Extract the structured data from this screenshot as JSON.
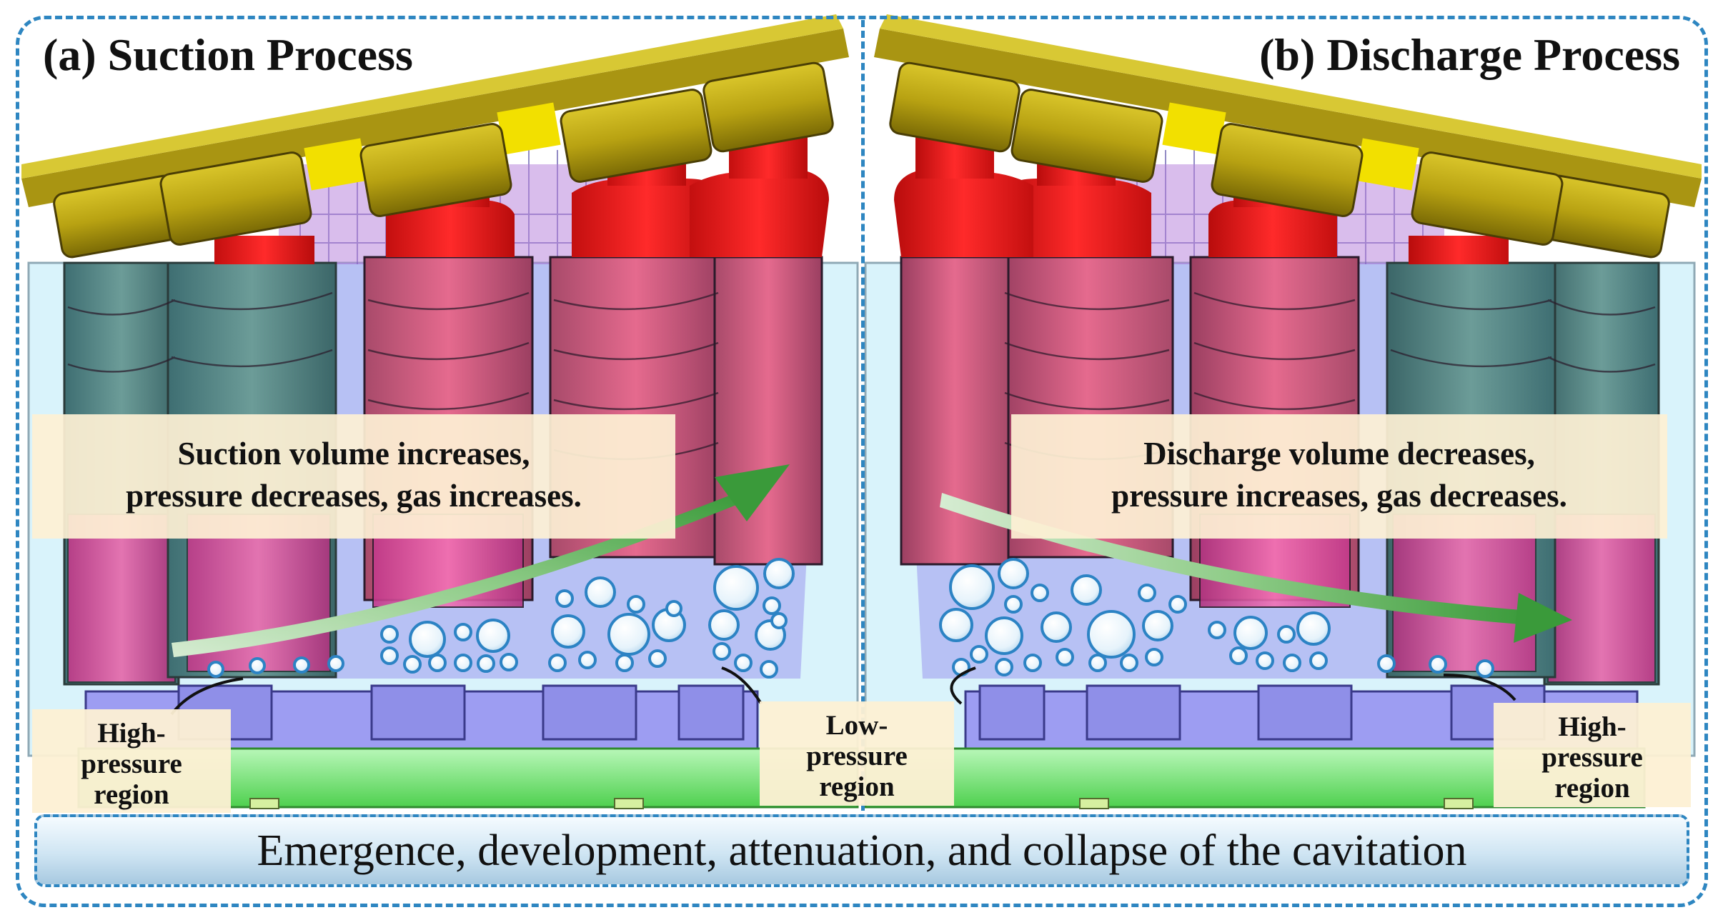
{
  "panel_a": {
    "title": "(a) Suction Process",
    "callout_line1": "Suction volume increases,",
    "callout_line2": "pressure decreases, gas increases."
  },
  "panel_b": {
    "title": "(b) Discharge Process",
    "callout_line1": "Discharge volume decreases,",
    "callout_line2": "pressure increases, gas decreases."
  },
  "regions": [
    {
      "line1": "High-",
      "line2": "pressure",
      "line3": "region"
    },
    {
      "line1": "Low-",
      "line2": "pressure",
      "line3": "region"
    },
    {
      "line1": "High-",
      "line2": "pressure",
      "line3": "region"
    }
  ],
  "caption": "Emergence, development, attenuation, and collapse of the cavitation",
  "colors": {
    "frame": "#2e86c1",
    "arrow": "#43a047",
    "valve_plate": "#c8b414",
    "piston_red": "#e81c1c",
    "cylinder_pink": "#e0508a",
    "cylinder_teal": "#4f8f8c",
    "fluid": "#d9f3fb",
    "block": "#8f90f0",
    "base": "#7ee87e"
  }
}
